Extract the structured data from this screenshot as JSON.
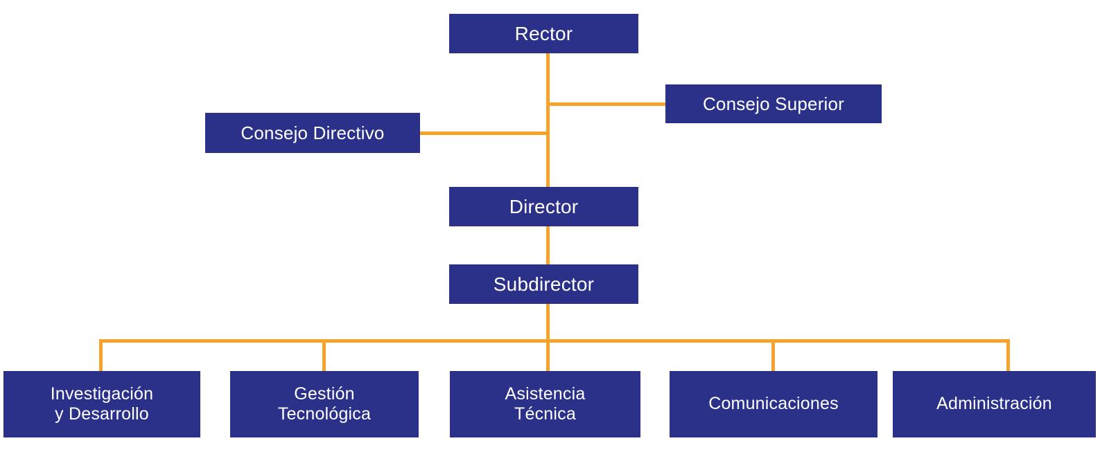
{
  "chart_data": {
    "type": "diagram",
    "subtype": "organizational-chart",
    "title": "",
    "colors": {
      "node_fill": "#2b3189",
      "node_text": "#ffffff",
      "connector": "#f5a32a",
      "background": "#ffffff"
    },
    "nodes": [
      {
        "id": "rector",
        "label": "Rector",
        "level": 0
      },
      {
        "id": "consejo_superior",
        "label": "Consejo Superior",
        "level": 1
      },
      {
        "id": "consejo_directivo",
        "label": "Consejo Directivo",
        "level": 1
      },
      {
        "id": "director",
        "label": "Director",
        "level": 2
      },
      {
        "id": "subdirector",
        "label": "Subdirector",
        "level": 3
      },
      {
        "id": "investigacion",
        "label": "Investigación\ny Desarrollo",
        "level": 4
      },
      {
        "id": "gestion",
        "label": "Gestión\nTecnológica",
        "level": 4
      },
      {
        "id": "asistencia",
        "label": "Asistencia\nTécnica",
        "level": 4
      },
      {
        "id": "comunicaciones",
        "label": "Comunicaciones",
        "level": 4
      },
      {
        "id": "administracion",
        "label": "Administración",
        "level": 4
      }
    ],
    "edges": [
      {
        "from": "rector",
        "to": "consejo_superior"
      },
      {
        "from": "rector",
        "to": "consejo_directivo"
      },
      {
        "from": "rector",
        "to": "director"
      },
      {
        "from": "director",
        "to": "subdirector"
      },
      {
        "from": "subdirector",
        "to": "investigacion"
      },
      {
        "from": "subdirector",
        "to": "gestion"
      },
      {
        "from": "subdirector",
        "to": "asistencia"
      },
      {
        "from": "subdirector",
        "to": "comunicaciones"
      },
      {
        "from": "subdirector",
        "to": "administracion"
      }
    ]
  },
  "nodes": {
    "rector": "Rector",
    "consejo_superior": "Consejo Superior",
    "consejo_directivo": "Consejo Directivo",
    "director": "Director",
    "subdirector": "Subdirector",
    "investigacion": "Investigación\ny Desarrollo",
    "gestion": "Gestión\nTecnológica",
    "asistencia": "Asistencia\nTécnica",
    "comunicaciones": "Comunicaciones",
    "administracion": "Administración"
  }
}
